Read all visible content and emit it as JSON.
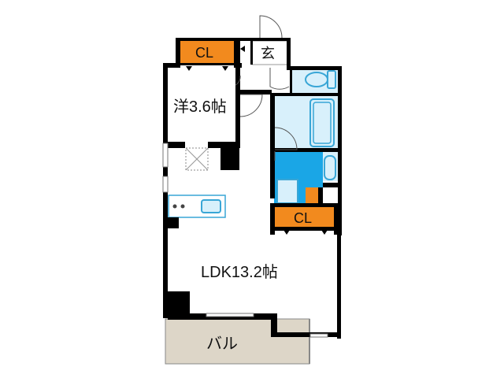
{
  "rooms": {
    "western": {
      "label": "洋3.6帖"
    },
    "ldk": {
      "label": "LDK13.2帖"
    },
    "balcony": {
      "label": "バル"
    },
    "closet_top": {
      "label": "CL"
    },
    "closet_mid": {
      "label": "CL"
    },
    "entrance": {
      "label": "玄"
    }
  },
  "colors": {
    "wall": "#000000",
    "closet": "#f28a1e",
    "balcony": "#ddd6c8",
    "bath_fill": "#d8f0fb",
    "fixture_stroke": "#39a6d6",
    "washroom": "#1aa6e6",
    "background": "#ffffff"
  }
}
